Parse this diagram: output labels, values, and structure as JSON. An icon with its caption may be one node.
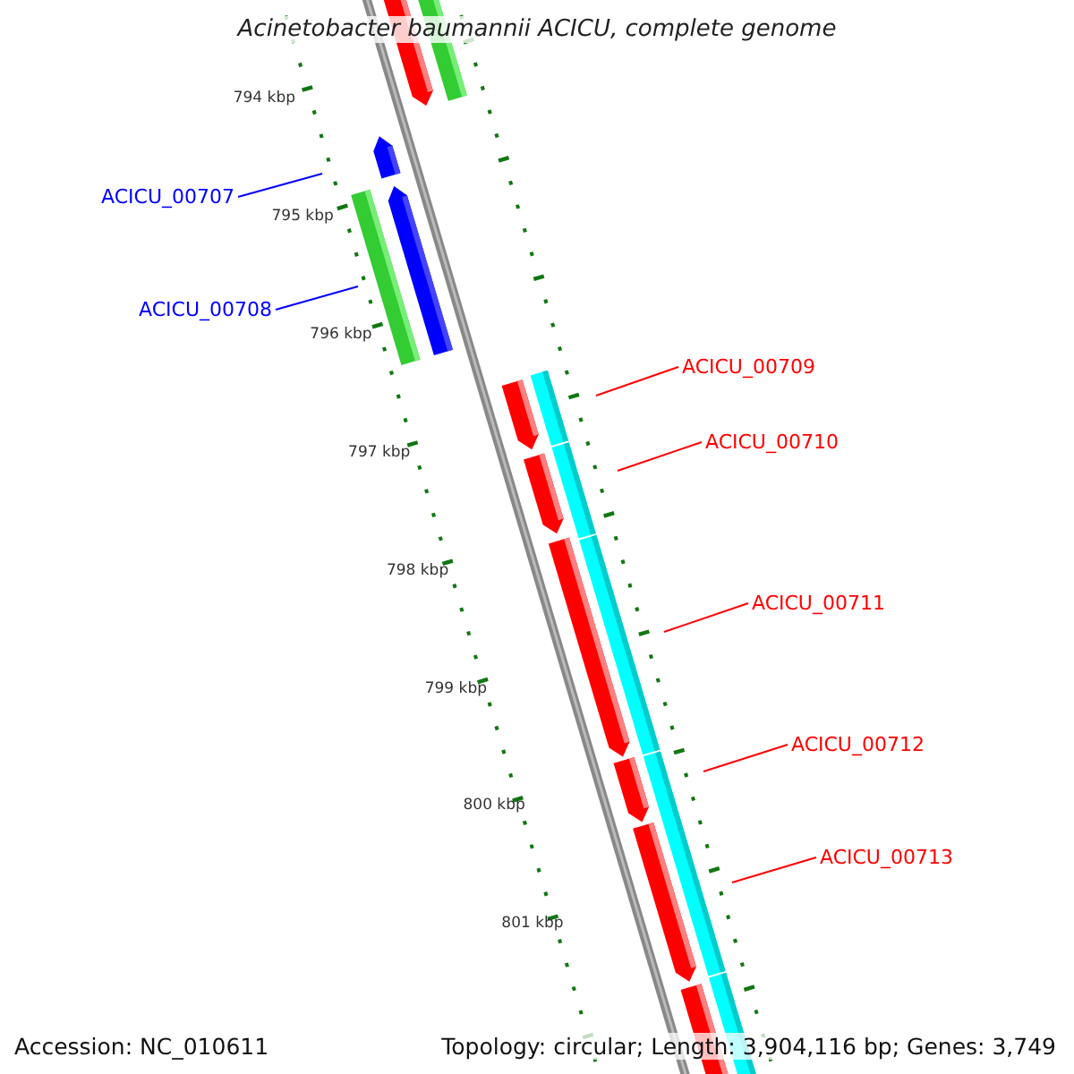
{
  "diagram": {
    "title": "Acinetobacter baumannii ACICU, complete genome",
    "nodes": [
      {
        "text": [
          "ACICU_00707"
        ]
      },
      {
        "text": [
          "ACICU_00708"
        ]
      },
      {
        "text": [
          "ACICU_00709"
        ]
      },
      {
        "text": [
          "ACICU_00710"
        ]
      },
      {
        "text": [
          "ACICU_00711"
        ]
      },
      {
        "text": [
          "ACICU_00712"
        ]
      },
      {
        "text": [
          "ACICU_00713"
        ]
      }
    ],
    "edges": [
      {
        "from": 0,
        "to": null,
        "arrow": "none",
        "color": "#0000ff"
      },
      {
        "from": 1,
        "to": null,
        "arrow": "none",
        "color": "#0000ff"
      },
      {
        "from": 2,
        "to": null,
        "arrow": "none"
      },
      {
        "from": 3,
        "to": null,
        "arrow": "none"
      },
      {
        "from": 4,
        "to": null,
        "arrow": "none"
      },
      {
        "from": 5,
        "to": null,
        "arrow": "none"
      },
      {
        "from": 6,
        "to": null,
        "arrow": "none"
      }
    ],
    "labels": [
      "794 kbp",
      "795 kbp",
      "796 kbp",
      "797 kbp",
      "798 kbp",
      "799 kbp",
      "800 kbp",
      "801 kbp",
      "Accession: NC_010611",
      "Topology: circular; Length: 3,904,116 bp; Genes: 3,749"
    ]
  }
}
